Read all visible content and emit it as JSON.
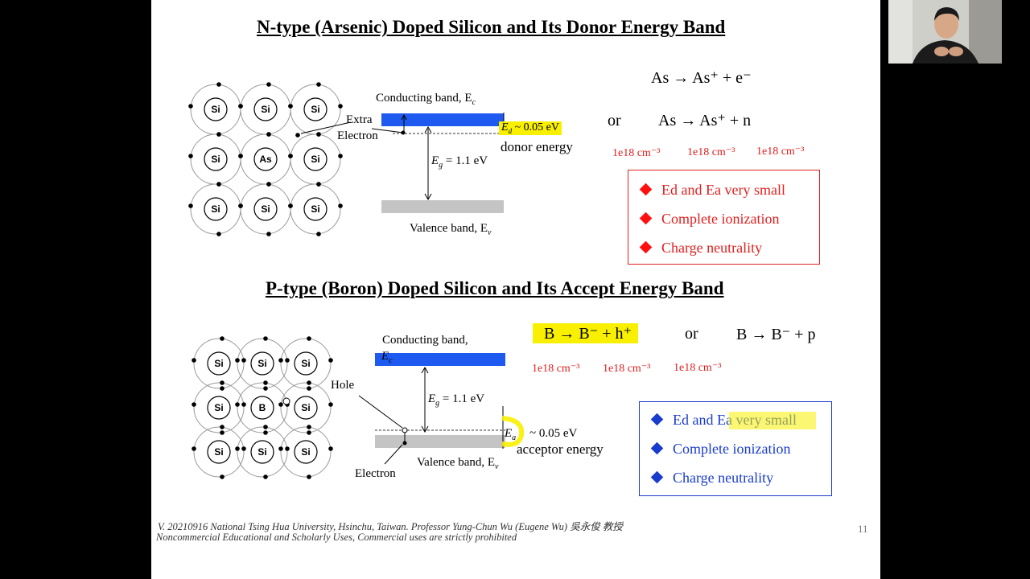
{
  "slide": {
    "title_n": "N-type (Arsenic) Doped Silicon and Its Donor Energy Band",
    "title_p": "P-type (Boron) Doped Silicon and Its Accept Energy Band",
    "page_number": "11",
    "footer_line1": "V. 20210916 National Tsing Hua University, Hsinchu, Taiwan. Professor Yung-Chun Wu (Eugene Wu) 吳永俊 教授",
    "footer_line2": "Noncommercial Educational and Scholarly Uses, Commercial uses are strictly prohibited"
  },
  "ntype": {
    "lattice": [
      [
        "Si",
        "Si",
        "Si"
      ],
      [
        "Si",
        "As",
        "Si"
      ],
      [
        "Si",
        "Si",
        "Si"
      ]
    ],
    "extra_label": "Extra",
    "electron_label": "Electron",
    "conducting_band": "Conducting band, E",
    "conducting_sub": "c",
    "valence_band": "Valence band, E",
    "valence_sub": "v",
    "eg_label": "E",
    "eg_sub": "g",
    "eg_value": " = 1.1 eV",
    "ed_label": "E",
    "ed_sub": "d",
    "ed_value": " ~ 0.05 eV",
    "donor_energy": "donor energy",
    "eq1": "As → As⁺ + e⁻",
    "or": "or",
    "eq2": "As → As⁺ + n",
    "conc": [
      "1e18 cm⁻³",
      "1e18 cm⁻³",
      "1e18 cm⁻³"
    ],
    "bullets": [
      "Ed and Ea very small",
      "Complete ionization",
      "Charge neutrality"
    ]
  },
  "ptype": {
    "lattice": [
      [
        "Si",
        "Si",
        "Si"
      ],
      [
        "Si",
        "B",
        "Si"
      ],
      [
        "Si",
        "Si",
        "Si"
      ]
    ],
    "hole_label": "Hole",
    "electron_label": "Electron",
    "conducting_band": "Conducting band,",
    "ec_label": "E",
    "ec_sub": "c",
    "valence_band": "Valence band, E",
    "valence_sub": "v",
    "eg_label": "E",
    "eg_sub": "g",
    "eg_value": " = 1.1 eV",
    "ea_label": "E",
    "ea_sub": "a",
    "ea_value": " ~ 0.05 eV",
    "acceptor_energy": "acceptor energy",
    "eq1": "B → B⁻ + h⁺",
    "or": "or",
    "eq2": "B → B⁻ + p",
    "conc": [
      "1e18 cm⁻³",
      "1e18 cm⁻³",
      "1e18 cm⁻³"
    ],
    "bullets": [
      "Ed and Ea very small",
      "Complete ionization",
      "Charge neutrality"
    ]
  },
  "colors": {
    "conduction_band": "#1f5af0",
    "valence_band": "#c4c4c4",
    "red_text": "#e02020",
    "red_box": "#e02020",
    "red_diamond": "#ff1010",
    "blue_text": "#1a3ccc",
    "blue_box": "#1a3ccc",
    "blue_diamond": "#1a3ccc",
    "highlight": "#f8f000"
  }
}
